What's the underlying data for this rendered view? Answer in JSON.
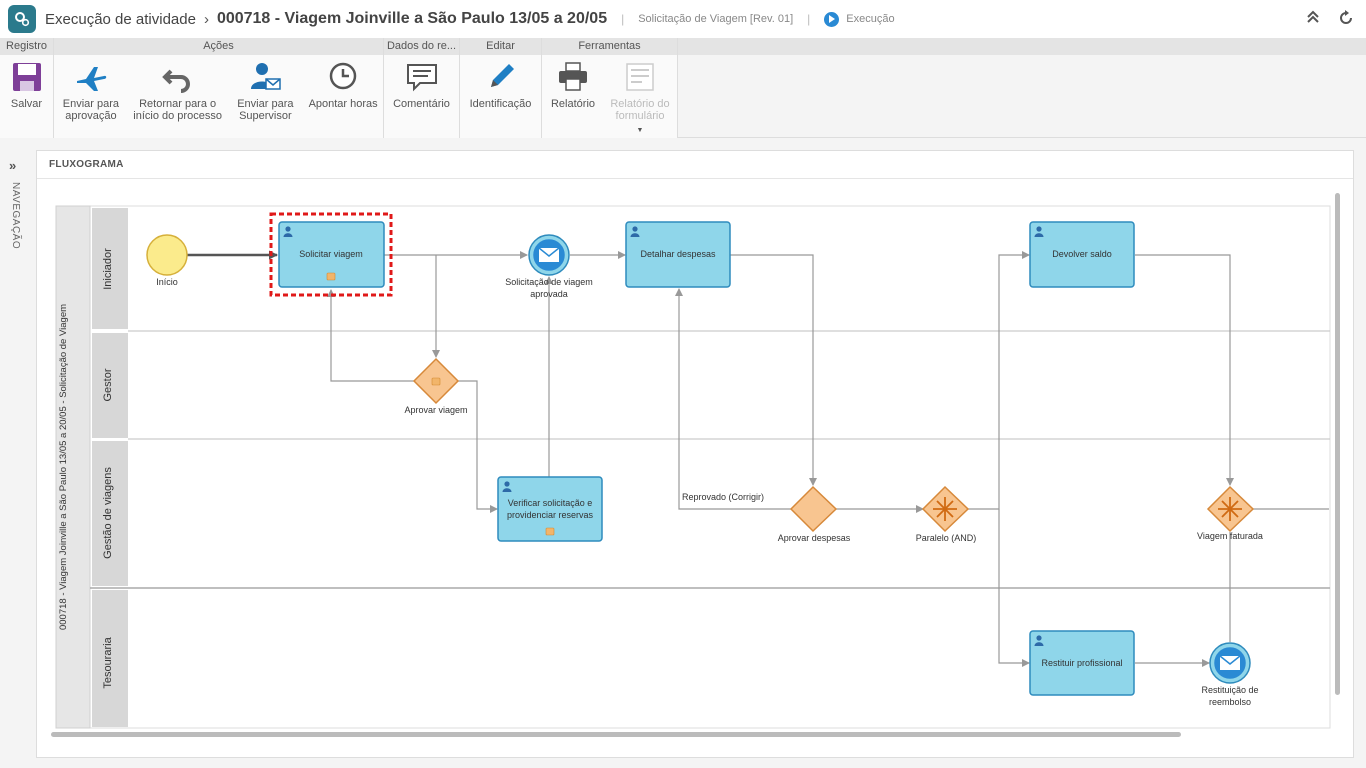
{
  "header": {
    "breadcrumb": "Execução de atividade",
    "document_title": "000718 - Viagem Joinville a São Paulo 13/05 a 20/05",
    "process_name": "Solicitação de Viagem [Rev. 01]",
    "status": "Execução"
  },
  "ribbon": {
    "groups": [
      {
        "label": "Registro",
        "buttons": [
          {
            "label": "Salvar",
            "icon": "save-icon"
          }
        ]
      },
      {
        "label": "Ações",
        "buttons": [
          {
            "label": "Enviar para aprovação",
            "icon": "airplane-icon"
          },
          {
            "label": "Retornar para o início do processo",
            "icon": "undo-icon"
          },
          {
            "label": "Enviar para Supervisor",
            "icon": "user-send-icon"
          },
          {
            "label": "Apontar horas",
            "icon": "clock-icon"
          }
        ]
      },
      {
        "label": "Dados do re...",
        "buttons": [
          {
            "label": "Comentário",
            "icon": "comment-icon"
          }
        ]
      },
      {
        "label": "Editar",
        "buttons": [
          {
            "label": "Identificação",
            "icon": "pencil-icon"
          }
        ]
      },
      {
        "label": "Ferramentas",
        "buttons": [
          {
            "label": "Relatório",
            "icon": "printer-icon"
          },
          {
            "label": "Relatório do formulário",
            "icon": "form-report-icon",
            "disabled": true
          }
        ]
      }
    ]
  },
  "sidenav": {
    "label": "NAVEGAÇÃO"
  },
  "panel": {
    "title": "FLUXOGRAMA"
  },
  "diagram": {
    "pool_label": "000718 - Viagem Joinville a São Paulo 13/05 a 20/05 - Solicitação de Viagem",
    "lanes": [
      "Iniciador",
      "Gestor",
      "Gestão de viagens",
      "Tesouraria"
    ],
    "start_label": "Início",
    "tasks": {
      "solicitar": "Solicitar viagem",
      "detalhar": "Detalhar despesas",
      "devolver": "Devolver saldo",
      "verificar_1": "Verificar solicitação e",
      "verificar_2": "providenciar reservas",
      "restituir": "Restituir profissional"
    },
    "events": {
      "aprovada_1": "Solicitação de viagem",
      "aprovada_2": "aprovada",
      "restituicao_1": "Restituição de",
      "restituicao_2": "reembolso"
    },
    "gateways": {
      "aprovar_viagem": "Aprovar viagem",
      "aprovar_despesas": "Aprovar despesas",
      "paralelo": "Paralelo (AND)",
      "faturada": "Viagem faturada"
    },
    "flow_label": "Reprovado (Corrigir)"
  },
  "colors": {
    "task_fill": "#8fd6ea",
    "task_stroke": "#2e8bbd",
    "gateway_fill": "#f8c590",
    "gateway_stroke": "#d7893a",
    "start_fill": "#fbeb8c",
    "highlight": "#e01919",
    "accent": "#2a8ad4"
  }
}
